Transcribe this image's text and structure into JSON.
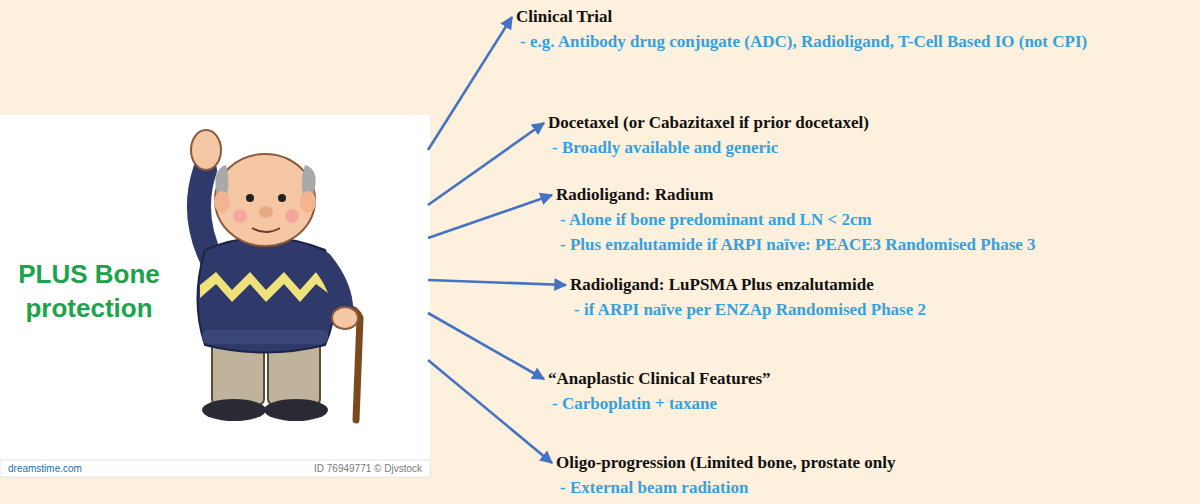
{
  "diagram": {
    "nodes": [
      {
        "text": [
          "PLUS Bone protection"
        ]
      },
      {
        "text": [
          "Clinical Trial",
          "- e.g. Antibody drug conjugate (ADC), Radioligand, T-Cell Based IO (not CPI)"
        ]
      },
      {
        "text": [
          "Docetaxel (or Cabazitaxel if prior docetaxel)",
          "- Broadly available and generic"
        ]
      },
      {
        "text": [
          "Radioligand: Radium",
          "- Alone if bone predominant and LN < 2cm",
          "- Plus enzalutamide if ARPI naïve: PEACE3 Randomised Phase 3"
        ]
      },
      {
        "text": [
          "Radioligand: LuPSMA Plus enzalutamide",
          "- if ARPI naïve per ENZAp Randomised Phase 2"
        ]
      },
      {
        "text": [
          "“Anaplastic Clinical Features”",
          "- Carboplatin + taxane"
        ]
      },
      {
        "text": [
          "Oligo-progression (Limited bone, prostate only",
          "- External beam radiation"
        ]
      }
    ],
    "edges": [
      {
        "from": 0,
        "to": 1,
        "arrow": "to"
      },
      {
        "from": 0,
        "to": 2,
        "arrow": "to"
      },
      {
        "from": 0,
        "to": 3,
        "arrow": "to"
      },
      {
        "from": 0,
        "to": 4,
        "arrow": "to"
      },
      {
        "from": 0,
        "to": 5,
        "arrow": "to"
      },
      {
        "from": 0,
        "to": 6,
        "arrow": "to"
      }
    ],
    "labels": [
      "dreamstime.com",
      "ID 76949771 © Djvstock"
    ]
  }
}
